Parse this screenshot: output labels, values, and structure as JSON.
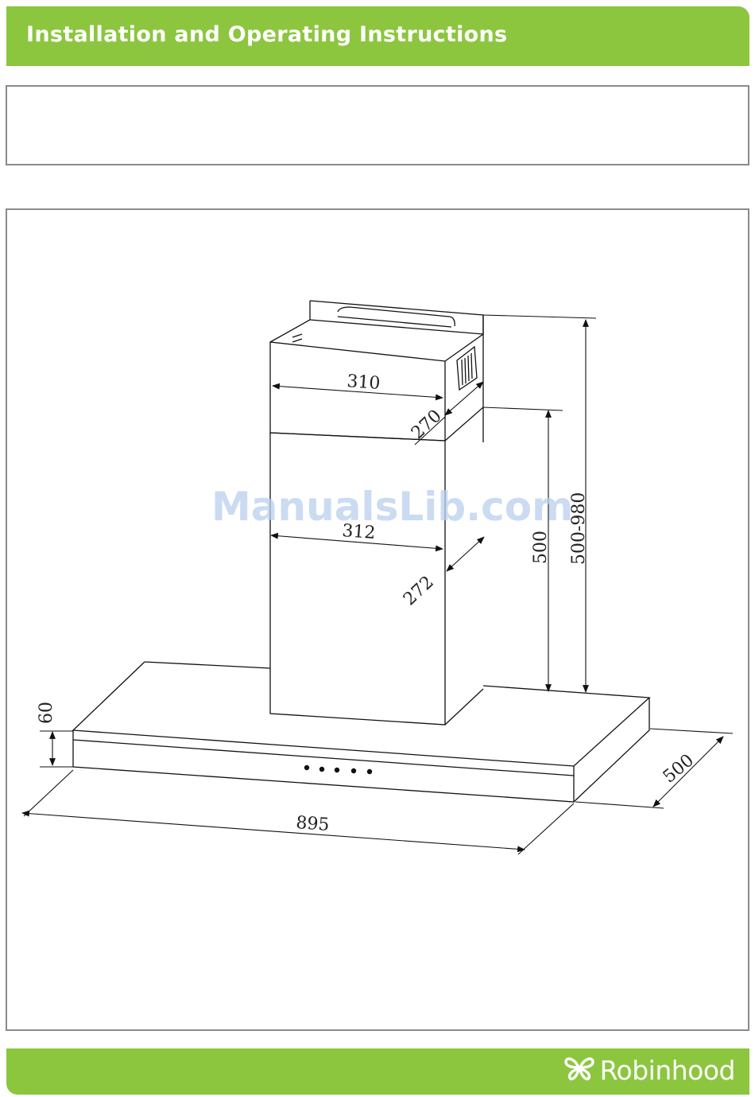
{
  "header": {
    "title": "Installation and Operating Instructions"
  },
  "diagram": {
    "dimensions": {
      "upper_chimney_width": "310",
      "upper_chimney_depth": "270",
      "lower_chimney_width": "312",
      "lower_chimney_depth": "272",
      "chimney_height": "500",
      "chimney_height_range": "500-980",
      "canopy_height": "60",
      "canopy_width": "895",
      "canopy_depth": "500"
    },
    "watermark": "ManualsLib.com"
  },
  "footer": {
    "brand": "Robinhood",
    "logo_icon": "butterfly-icon"
  },
  "colors": {
    "accent": "#8cc63f",
    "border": "#8a8a8a"
  }
}
